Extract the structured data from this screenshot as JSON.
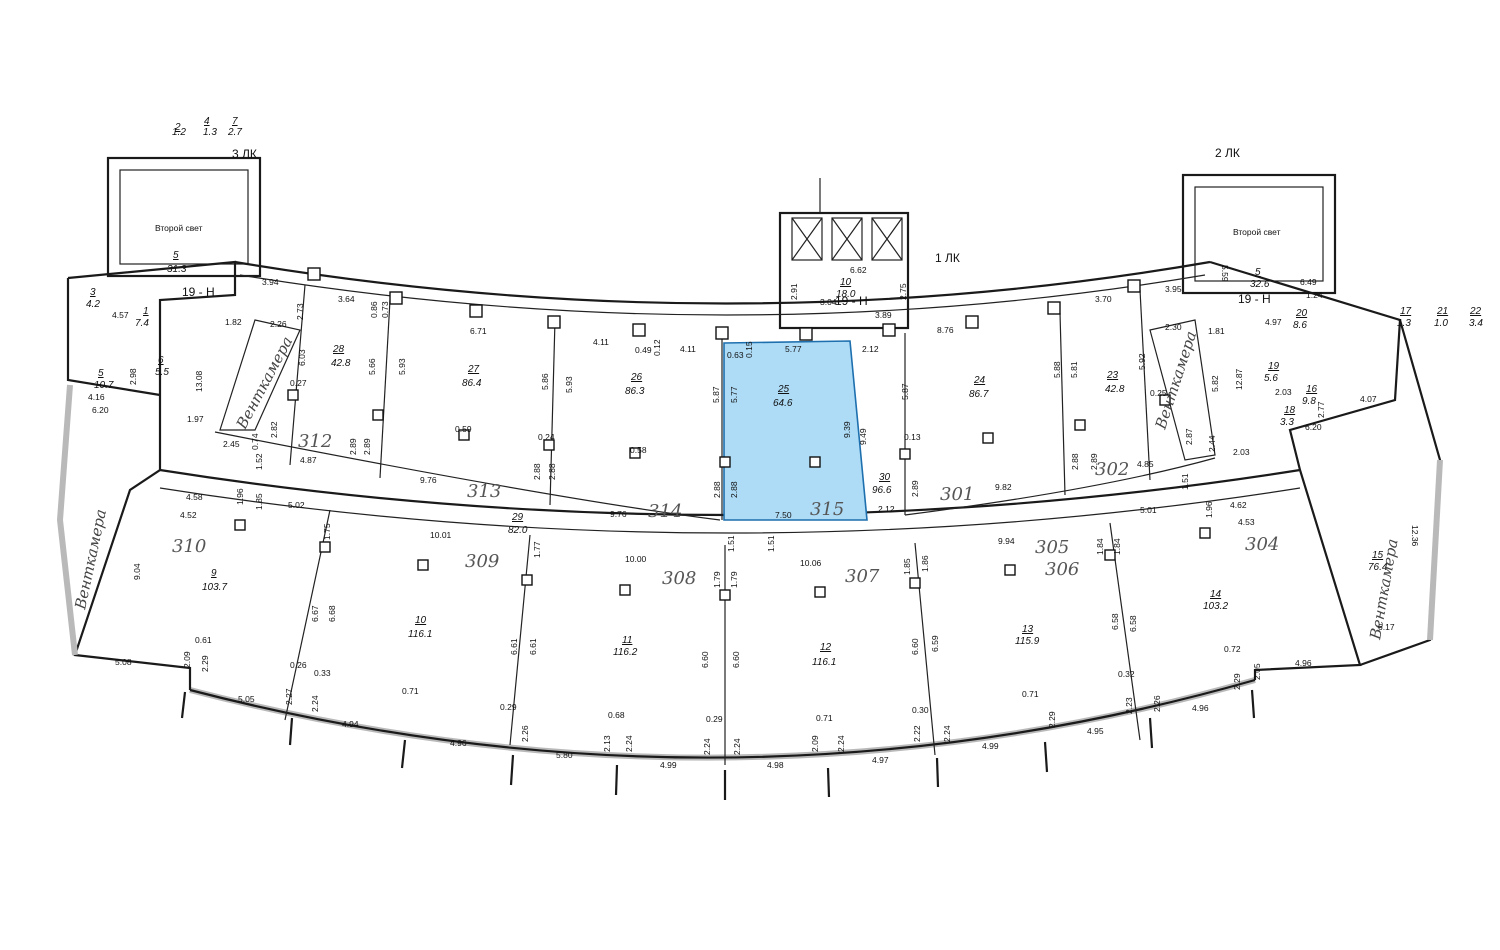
{
  "stair_left": {
    "label": "3 ЛК",
    "text": "Второй свет",
    "num": "5",
    "area": "31.3",
    "level": "19 - Н",
    "top_nums": [
      {
        "n": "2",
        "a": "1.2"
      },
      {
        "n": "4",
        "a": "1.3"
      },
      {
        "n": "7",
        "a": "2.7"
      }
    ]
  },
  "stair_right": {
    "label": "2 ЛК",
    "text": "Второй свет",
    "num": "5",
    "area": "32.6",
    "level": "19 - Н",
    "top_nums": [
      {
        "n": "17",
        "a": "1.3"
      },
      {
        "n": "21",
        "a": "1.0"
      },
      {
        "n": "22",
        "a": "3.4"
      }
    ]
  },
  "lift": {
    "label": "1 ЛК",
    "num": "10",
    "area": "18.0",
    "level": "19 - Н"
  },
  "handwritten": {
    "vent_left_1": "Венткамера",
    "vent_left_2": "Венткамера",
    "vent_right_1": "Венткамера",
    "vent_right_2": "Венткамера",
    "r312": "312",
    "r313": "313",
    "r314": "314",
    "r315": "315",
    "r301": "301",
    "r302": "302",
    "r310": "310",
    "r309": "309",
    "r308": "308",
    "r307": "307",
    "r305": "305",
    "r306": "306",
    "r304": "304"
  },
  "rooms": [
    {
      "id": "28",
      "area": "42.8"
    },
    {
      "id": "27",
      "area": "86.4"
    },
    {
      "id": "26",
      "area": "86.3"
    },
    {
      "id": "25",
      "area": "64.6"
    },
    {
      "id": "24",
      "area": "86.7"
    },
    {
      "id": "23",
      "area": "42.8"
    },
    {
      "id": "29",
      "area": "82.0"
    },
    {
      "id": "30",
      "area": "96.6"
    },
    {
      "id": "9",
      "area": "103.7"
    },
    {
      "id": "10",
      "area": "116.1"
    },
    {
      "id": "11",
      "area": "116.2"
    },
    {
      "id": "12",
      "area": "116.1"
    },
    {
      "id": "13",
      "area": "115.9"
    },
    {
      "id": "14",
      "area": "103.2"
    },
    {
      "id": "15",
      "area": "76.4"
    },
    {
      "id": "6",
      "area": "5.5"
    },
    {
      "id": "5",
      "area": "10.7"
    },
    {
      "id": "1",
      "area": "7.4"
    },
    {
      "id": "3",
      "area": "4.2"
    },
    {
      "id": "19",
      "area": "5.6"
    },
    {
      "id": "16",
      "area": "9.8"
    },
    {
      "id": "20",
      "area": "8.6"
    },
    {
      "id": "18",
      "area": "3.3"
    }
  ],
  "dims": {
    "d01": "3.94",
    "d02": "1.82",
    "d03": "2.26",
    "d04": "2.73",
    "d05": "3.64",
    "d06": "0.86",
    "d07": "0.73",
    "d08": "6.71",
    "d09": "4.11",
    "d10": "0.49",
    "d11": "0.12",
    "d12": "4.11",
    "d13": "5.77",
    "d14": "0.63",
    "d15": "0.15",
    "d16": "3.89",
    "d17": "8.76",
    "d18": "3.70",
    "d19": "3.95",
    "d20": "2.30",
    "d21": "1.81",
    "d22": "2.12",
    "d23": "6.03",
    "d24": "5.66",
    "d25": "5.93",
    "d26": "5.86",
    "d27": "5.93",
    "d28": "5.87",
    "d29": "5.77",
    "d30": "9.39",
    "d31": "9.49",
    "d32": "5.87",
    "d33": "5.88",
    "d34": "5.81",
    "d35": "5.92",
    "d36": "5.82",
    "d37": "2.82",
    "d38": "2.89",
    "d39": "2.89",
    "d40": "2.88",
    "d41": "2.88",
    "d42": "2.88",
    "d43": "2.88",
    "d44": "2.89",
    "d45": "2.88",
    "d46": "2.89",
    "d47": "2.87",
    "d48": "4.87",
    "d49": "9.76",
    "d50": "9.76",
    "d51": "7.50",
    "d52": "2.12",
    "d53": "9.82",
    "d54": "4.85",
    "d55": "2.45",
    "d56": "1.52",
    "d57": "0.74",
    "d58": "4.58",
    "d59": "4.52",
    "d60": "1.96",
    "d61": "1.85",
    "d62": "5.02",
    "d63": "10.01",
    "d64": "10.00",
    "d65": "1.51",
    "d66": "1.51",
    "d67": "10.06",
    "d68": "9.94",
    "d69": "5.01",
    "d70": "4.62",
    "d71": "4.53",
    "d72": "1.96",
    "d73": "1.51",
    "d74": "2.44",
    "d75": "2.03",
    "d76": "6.20",
    "d77": "6.20",
    "d78": "13.08",
    "d79": "1.97",
    "d80": "12.87",
    "d81": "9.04",
    "d82": "12.36",
    "d83": "0.61",
    "d84": "5.08",
    "d85": "2.09",
    "d86": "2.29",
    "d87": "6.67",
    "d88": "6.68",
    "d89": "6.61",
    "d90": "6.61",
    "d91": "6.60",
    "d92": "6.60",
    "d93": "6.60",
    "d94": "6.59",
    "d95": "6.58",
    "d96": "6.58",
    "d97": "6.17",
    "d98": "4.96",
    "d99": "2.05",
    "e01": "0.72",
    "e02": "2.29",
    "e03": "0.26",
    "e04": "0.33",
    "e05": "2.27",
    "e06": "2.24",
    "e07": "0.71",
    "e08": "0.29",
    "e09": "2.26",
    "e10": "0.68",
    "e11": "2.13",
    "e12": "2.24",
    "e13": "0.29",
    "e14": "2.24",
    "e15": "2.24",
    "e16": "0.71",
    "e17": "2.09",
    "e18": "2.24",
    "e19": "0.30",
    "e20": "2.22",
    "e21": "2.24",
    "e22": "0.71",
    "e23": "2.29",
    "e24": "0.32",
    "e25": "2.23",
    "e26": "2.26",
    "e27": "5.05",
    "e28": "4.94",
    "e29": "4.96",
    "e30": "5.80",
    "e31": "4.99",
    "e32": "4.98",
    "e33": "4.97",
    "e34": "4.99",
    "e35": "4.95",
    "e36": "4.96",
    "e37": "6.62",
    "e38": "2.91",
    "e39": "2.75",
    "e40": "3.04",
    "e41": "6.49",
    "e42": "4.97",
    "e43": "1.24",
    "e44": "4.57",
    "e45": "4.16",
    "e46": "2.98",
    "e47": "1.79",
    "e48": "1.79",
    "e49": "1.85",
    "e50": "1.86",
    "e51": "1.84",
    "e52": "1.84",
    "e53": "1.75",
    "e54": "1.77",
    "e55": "0.59",
    "e56": "0.58",
    "e57": "0.24",
    "e58": "0.27",
    "e59": "0.25",
    "e60": "0.13",
    "e61": "4.07",
    "e62": "2.77",
    "e63": "2.03",
    "e64": "5.59"
  }
}
